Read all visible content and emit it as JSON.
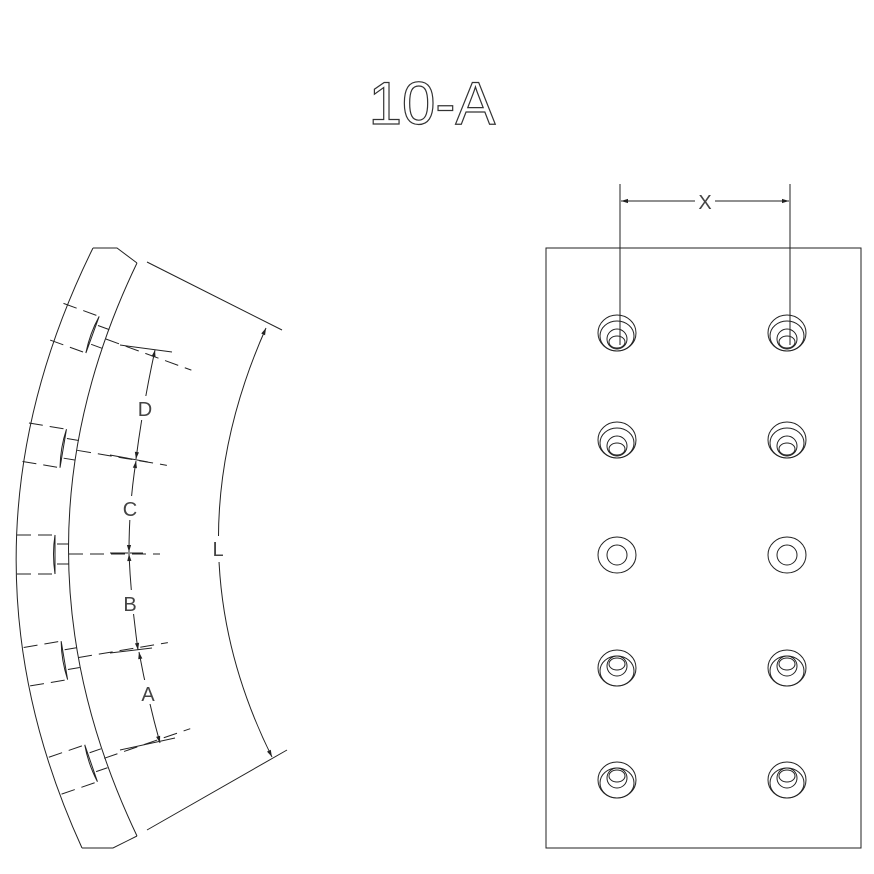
{
  "title": "10-A",
  "side_view": {
    "dimension_labels": {
      "a": "A",
      "b": "B",
      "c": "C",
      "d": "D",
      "l": "L"
    },
    "hole_count": 5
  },
  "face_view": {
    "dimension_labels": {
      "x": "X"
    },
    "hole_rows": 5,
    "hole_columns": 2
  }
}
